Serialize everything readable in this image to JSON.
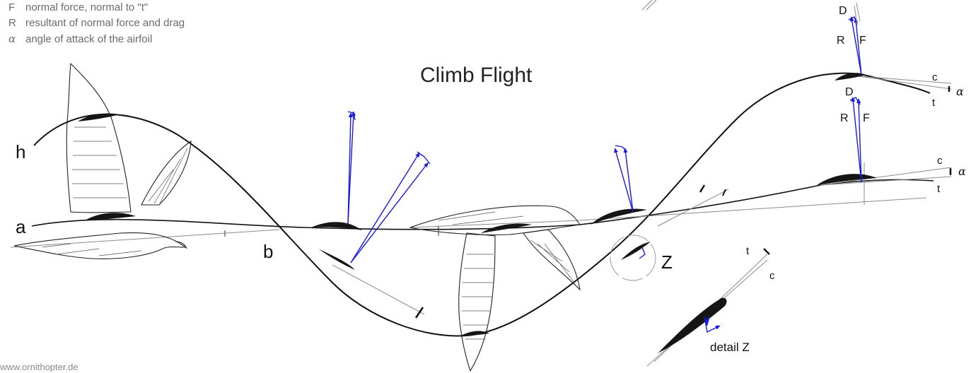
{
  "legend": {
    "items": [
      {
        "symbol": "F",
        "text": "normal force, normal to \"t\""
      },
      {
        "symbol": "R",
        "text": "resultant of normal force and drag"
      },
      {
        "symbol": "α",
        "text": "angle of attack of the airfoil"
      }
    ]
  },
  "title": "Climb Flight",
  "labels": {
    "h": "h",
    "a": "a",
    "b": "b",
    "z": "Z",
    "detail_z": "detail Z",
    "d": "D",
    "r": "R",
    "f": "F",
    "c": "c",
    "t": "t",
    "alpha": "α"
  },
  "credit": "www.ornithopter.de",
  "colors": {
    "force_vectors": "#1a1adf",
    "lines": "#111111",
    "legend_text": "#6b6b6b"
  }
}
